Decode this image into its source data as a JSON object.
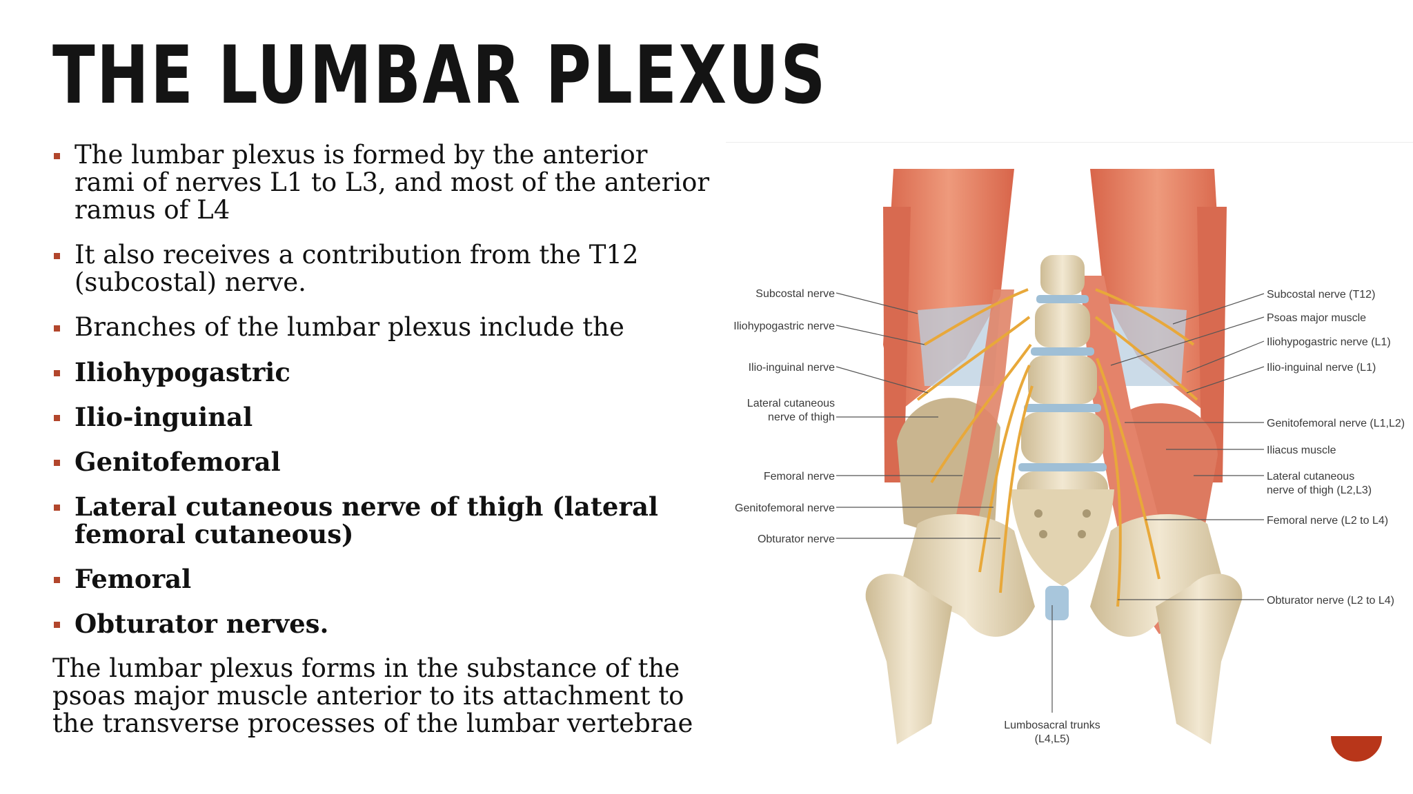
{
  "slide": {
    "title": "THE LUMBAR PLEXUS",
    "bullets": [
      "The lumbar plexus is formed by the anterior rami of nerves L1  to L3, and most of the anterior ramus of L4",
      "It also receives a contribution from the T12 (subcostal) nerve.",
      "Branches of the lumbar plexus include the",
      "Iliohypogastric",
      "Ilio-inguinal",
      "Genitofemoral",
      "Lateral cutaneous nerve of thigh (lateral femoral cutaneous)",
      "Femoral",
      "Obturator nerves."
    ],
    "closing": "The lumbar plexus forms in the substance of the psoas major muscle anterior to its attachment to the transverse processes of the lumbar vertebrae"
  },
  "figure": {
    "left_labels": {
      "subcostal": "Subcostal nerve",
      "iliohypogastric": "Iliohypogastric nerve",
      "ilioinguinal": "Ilio-inguinal nerve",
      "lateral_cutaneous_1": "Lateral cutaneous",
      "lateral_cutaneous_2": "nerve of thigh",
      "femoral": "Femoral nerve",
      "genitofemoral": "Genitofemoral nerve",
      "obturator": "Obturator nerve"
    },
    "right_labels": {
      "subcostal_t12": "Subcostal nerve (T12)",
      "psoas": "Psoas major muscle",
      "iliohypogastric_l1": "Iliohypogastric nerve (L1)",
      "ilioinguinal_l1": "Ilio-inguinal nerve (L1)",
      "genitofemoral_l1l2": "Genitofemoral nerve (L1,L2)",
      "iliacus": "Iliacus muscle",
      "lateral_cutaneous_1": "Lateral cutaneous",
      "lateral_cutaneous_2": "nerve of thigh (L2,L3)",
      "femoral_l2l4": "Femoral nerve (L2 to L4)",
      "obturator_l2l4": "Obturator nerve (L2 to L4)"
    },
    "bottom_labels": {
      "lumbosacral_1": "Lumbosacral trunks",
      "lumbosacral_2": "(L4,L5)"
    }
  },
  "colors": {
    "bullet": "#b2462c",
    "muscle": "#e0785a",
    "bone": "#e8dcc0",
    "nerve": "#e8a83a",
    "deco": "#b8361a"
  }
}
